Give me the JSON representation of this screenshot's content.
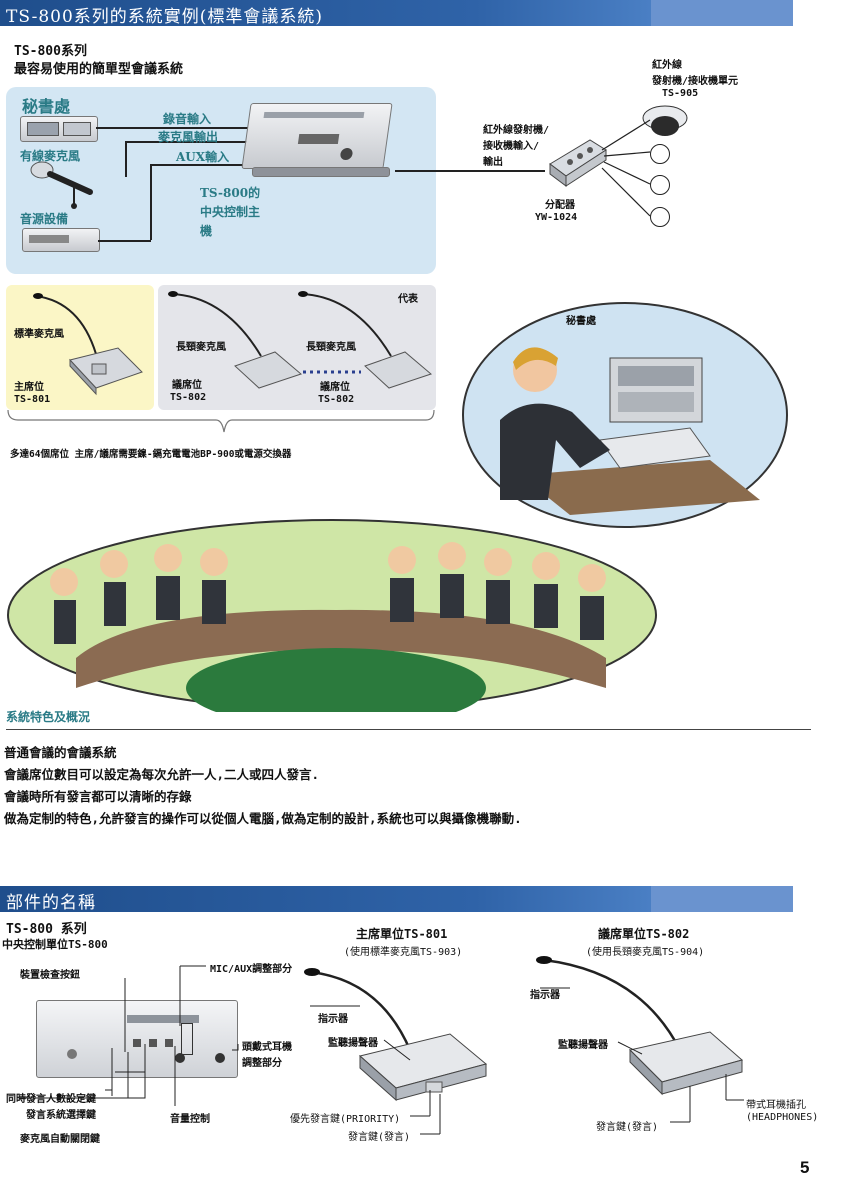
{
  "header1": {
    "title": "TS-800系列的系統實例(標準會議系統)"
  },
  "intro": {
    "line1": "TS-800系列",
    "line2": "最容易使用的簡單型會議系統"
  },
  "diagram": {
    "secretariat": "秘書處",
    "wired_mic": "有線麥克風",
    "audio_source": "音源設備",
    "rec_in": "錄音輸入",
    "mic_out": "麥克風輸出",
    "aux_in": "AUX輸入",
    "central_line1": "TS-800的",
    "central_line2": "中央控制主",
    "central_line3": "機",
    "ir_unit_line1": "紅外線",
    "ir_unit_line2": "發射機/接收機單元",
    "ir_unit_model": "TS-905",
    "ir_io_line1": "紅外線發射機/",
    "ir_io_line2": "接收機輸入/",
    "ir_io_line3": "輸出",
    "splitter": "分配器",
    "splitter_model": "YW-1024"
  },
  "units": {
    "standard_mic": "標準麥克風",
    "chairman": "主席位",
    "chairman_model": "TS-801",
    "long_mic_1": "長頸麥克風",
    "long_mic_2": "長頸麥克風",
    "delegate_1": "議席位",
    "delegate_1_model": "TS-802",
    "delegate_2": "議席位",
    "delegate_2_model": "TS-802",
    "representative": "代表",
    "note": "多達64個席位 主席/議席需要鎳-鎘充電電池BP-900或電源交換器"
  },
  "secretary_scene": {
    "label": "秘書處"
  },
  "features": {
    "heading": "系統特色及概況",
    "lines": [
      "普通會議的會議系統",
      "會議席位數目可以設定為每次允許一人,二人或四人發言.",
      "會議時所有發言都可以清晰的存錄",
      "做為定制的特色,允許發言的操作可以從個人電腦,做為定制的設計,系統也可以與攝像機聯動."
    ]
  },
  "header2": {
    "title": "部件的名稱"
  },
  "parts": {
    "series": "TS-800 系列",
    "central_unit": "中央控制單位TS-800",
    "inspect_button": "裝置檢查按鈕",
    "mic_aux_adjust": "MIC/AUX調整部分",
    "headphone_adjust_line1": "頭戴式耳機",
    "headphone_adjust_line2": "調整部分",
    "simul_speakers": "同時發言人數設定鍵",
    "speak_system_select": "發言系統選擇鍵",
    "volume": "音量控制",
    "mic_auto_close": "麥克風自動關閉鍵",
    "chair_title": "主席單位TS-801",
    "chair_sub": "(使用標準麥克風TS-903)",
    "chair_indicator": "指示器",
    "chair_monitor": "監聽揚聲器",
    "priority_key": "優先發言鍵(PRIORITY)",
    "chair_speak_key": "發言鍵(發言)",
    "delegate_title": "議席單位TS-802",
    "delegate_sub": "(使用長頸麥克風TS-904)",
    "delegate_indicator": "指示器",
    "delegate_monitor": "監聽揚聲器",
    "headphone_jack_line1": "帶式耳機插孔",
    "headphone_jack_line2": "(HEADPHONES)",
    "delegate_speak_key": "發言鍵(發言)"
  },
  "page_number": "5",
  "colors": {
    "header_blue": "#2f63a8",
    "accent_blue": "#6a93cf",
    "teal_text": "#2a7b86",
    "panel_blue": "#d3e6f3",
    "panel_yellow": "#fbf6c6",
    "ellipse_fill": "#cfe6a6"
  }
}
